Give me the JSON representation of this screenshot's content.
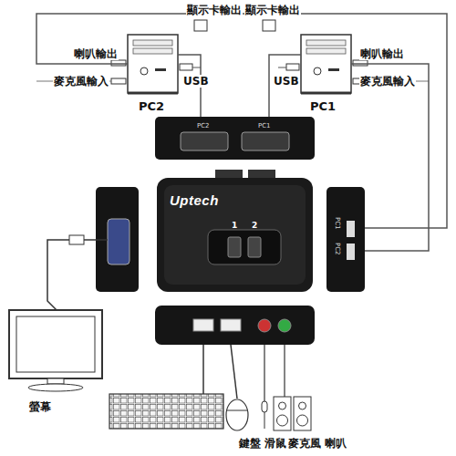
{
  "diagram": {
    "nodes": [
      {
        "text": [
          "PC2"
        ]
      },
      {
        "text": [
          "PC1"
        ]
      },
      {
        "text": [
          "PC2",
          "PC1"
        ]
      },
      {
        "text": [
          "Uptech",
          "1",
          "2"
        ]
      },
      {
        "text": [
          "PC1",
          "PC2"
        ]
      },
      {
        "text": [
          "螢幕"
        ]
      },
      {
        "text": [
          "鍵盤"
        ]
      },
      {
        "text": [
          "滑鼠"
        ]
      },
      {
        "text": [
          "麥克風"
        ]
      },
      {
        "text": [
          "喇叭"
        ]
      }
    ],
    "edges": [
      {
        "from": 0,
        "to": 2,
        "arrow": "none"
      },
      {
        "from": 1,
        "to": 2,
        "arrow": "none"
      },
      {
        "from": 0,
        "to": 4,
        "arrow": "none"
      },
      {
        "from": 1,
        "to": 4,
        "arrow": "none"
      }
    ],
    "labels": [
      "喇叭輸出",
      "麥克風輸入",
      "顯示卡輸出",
      "USB",
      "顯示卡輸出",
      "USB",
      "喇叭輸出",
      "麥克風輸入"
    ]
  }
}
